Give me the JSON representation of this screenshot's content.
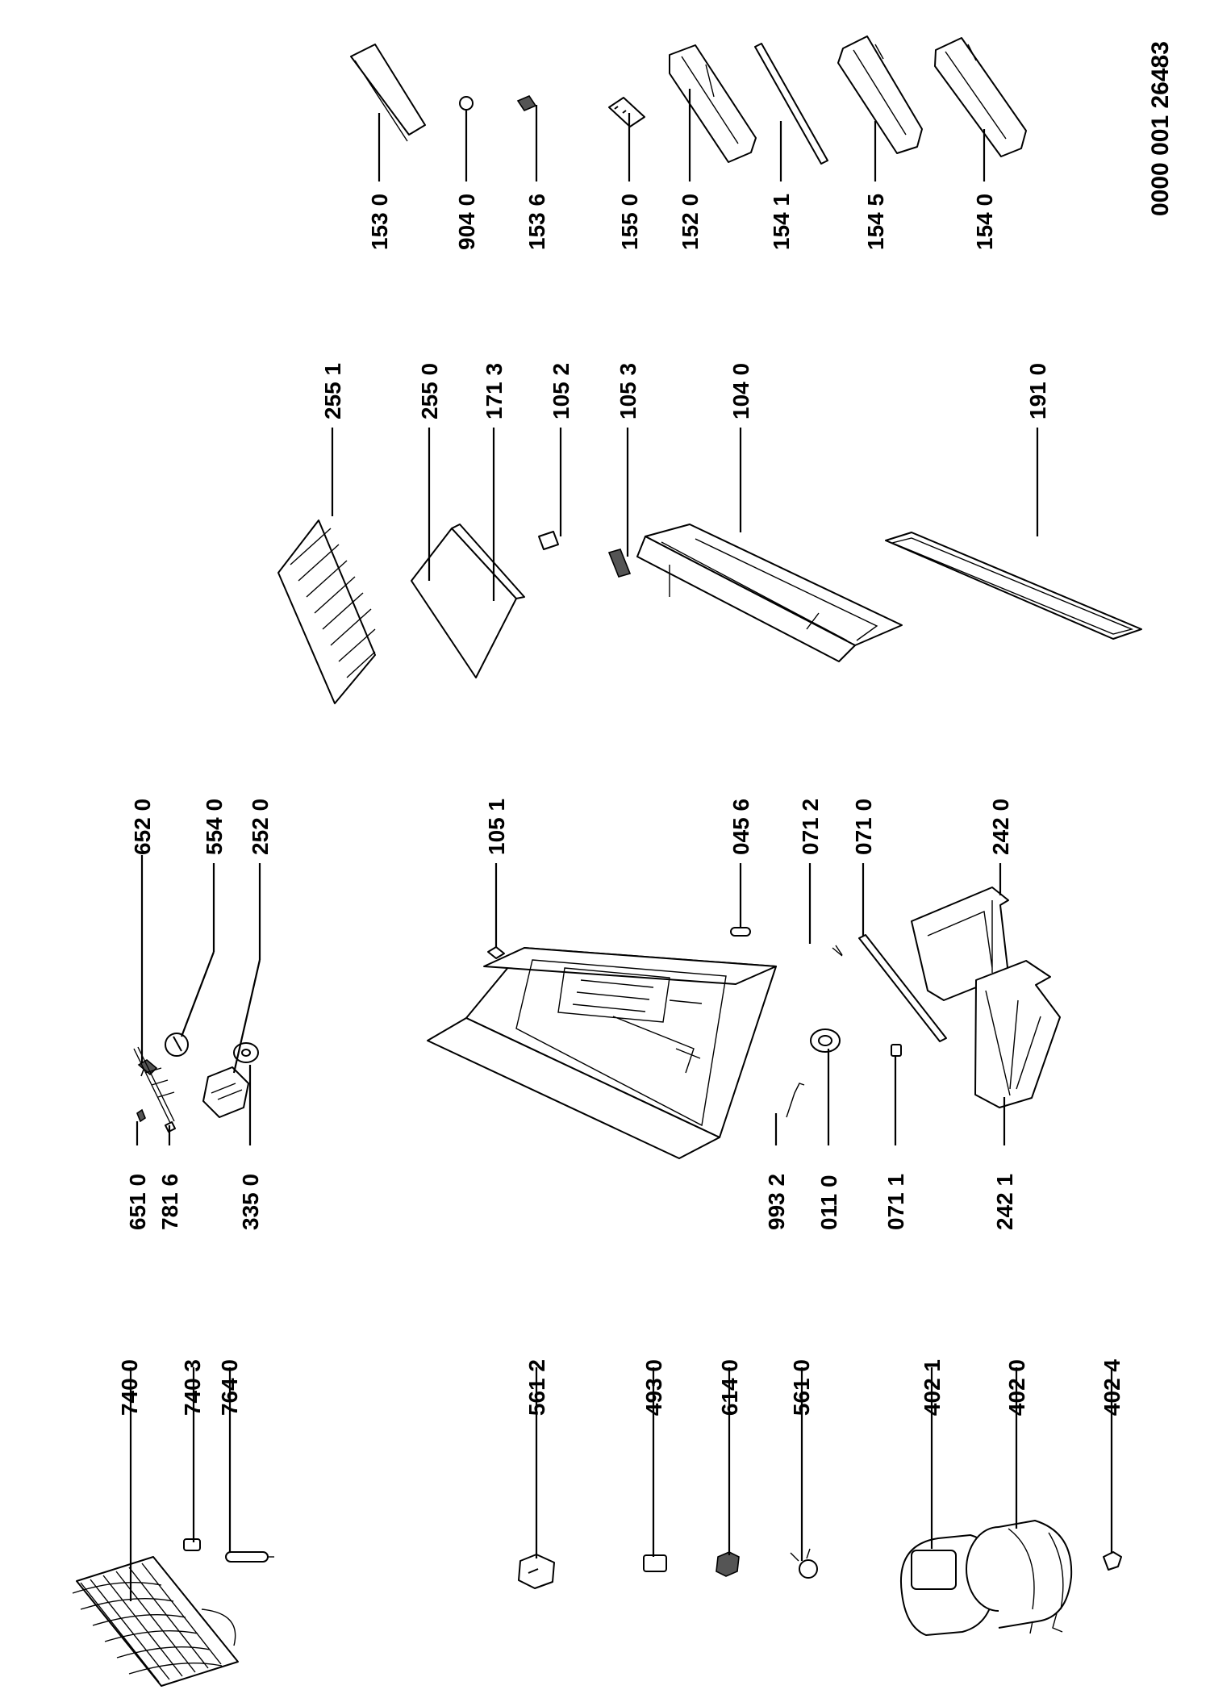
{
  "document_id": "0000 001 26483",
  "labels": [
    {
      "id": "7400",
      "text": "740 0"
    },
    {
      "id": "7403",
      "text": "740 3"
    },
    {
      "id": "7640",
      "text": "764 0"
    },
    {
      "id": "5612",
      "text": "561 2"
    },
    {
      "id": "4930",
      "text": "493 0"
    },
    {
      "id": "6140",
      "text": "614 0"
    },
    {
      "id": "5610",
      "text": "561 0"
    },
    {
      "id": "4021",
      "text": "402 1"
    },
    {
      "id": "4020",
      "text": "402 0"
    },
    {
      "id": "4024",
      "text": "402 4"
    },
    {
      "id": "6510",
      "text": "651 0"
    },
    {
      "id": "7816",
      "text": "781 6"
    },
    {
      "id": "3350",
      "text": "335 0"
    },
    {
      "id": "6520",
      "text": "652 0"
    },
    {
      "id": "5540",
      "text": "554 0"
    },
    {
      "id": "2520",
      "text": "252 0"
    },
    {
      "id": "1051",
      "text": "105 1"
    },
    {
      "id": "0456",
      "text": "045 6"
    },
    {
      "id": "0712",
      "text": "071 2"
    },
    {
      "id": "0710",
      "text": "071 0"
    },
    {
      "id": "2420",
      "text": "242 0"
    },
    {
      "id": "9932",
      "text": "993 2"
    },
    {
      "id": "0110",
      "text": "011 0"
    },
    {
      "id": "0711",
      "text": "071 1"
    },
    {
      "id": "2421",
      "text": "242 1"
    },
    {
      "id": "2551",
      "text": "255 1"
    },
    {
      "id": "2550",
      "text": "255 0"
    },
    {
      "id": "1713",
      "text": "171 3"
    },
    {
      "id": "1052",
      "text": "105 2"
    },
    {
      "id": "1053",
      "text": "105 3"
    },
    {
      "id": "1040",
      "text": "104 0"
    },
    {
      "id": "1910",
      "text": "191 0"
    },
    {
      "id": "1530",
      "text": "153 0"
    },
    {
      "id": "9040",
      "text": "904 0"
    },
    {
      "id": "1536",
      "text": "153 6"
    },
    {
      "id": "1550",
      "text": "155 0"
    },
    {
      "id": "1520",
      "text": "152 0"
    },
    {
      "id": "1541",
      "text": "154 1"
    },
    {
      "id": "1545",
      "text": "154 5"
    },
    {
      "id": "1540",
      "text": "154 0"
    }
  ]
}
